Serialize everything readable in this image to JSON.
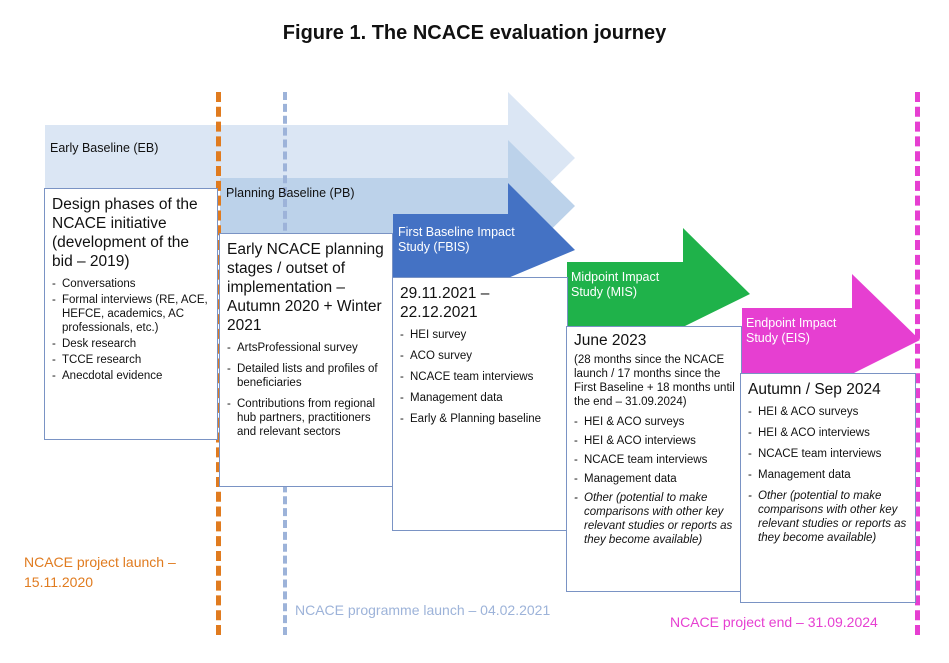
{
  "title": "Figure 1. The NCACE evaluation journey",
  "colors": {
    "eb_arrow": "#dbe6f4",
    "pb_arrow": "#bcd2ea",
    "fbis_arrow": "#4472c4",
    "mis_arrow": "#1fb24a",
    "eis_arrow": "#e63fd1",
    "project_launch_line": "#e07b1f",
    "programme_launch_line": "#9db3d9",
    "project_end_line": "#e63fd1"
  },
  "stages": [
    {
      "arrow_label": "Early Baseline (EB)",
      "heading": "Design phases of the NCACE initiative (development of the bid – 2019)",
      "items": [
        "Conversations",
        "Formal interviews (RE, ACE, HEFCE, academics, AC professionals, etc.)",
        "Desk research",
        "TCCE research",
        "Anecdotal evidence"
      ]
    },
    {
      "arrow_label": "Planning Baseline (PB)",
      "heading": "Early NCACE planning stages / outset of implementation – Autumn 2020 + Winter 2021",
      "items": [
        "ArtsProfessional survey",
        "Detailed lists and profiles of beneficiaries",
        "Contributions from regional hub partners, practitioners and relevant sectors"
      ]
    },
    {
      "arrow_label": "First Baseline Impact Study (FBIS)",
      "heading": "29.11.2021 – 22.12.2021",
      "items": [
        "HEI survey",
        "ACO survey",
        "NCACE team interviews",
        "Management data",
        "Early & Planning baseline"
      ]
    },
    {
      "arrow_label": "Midpoint Impact Study (MIS)",
      "heading": "June 2023",
      "note": "(28 months since the NCACE launch / 17 months since the First Baseline + 18 months until the end – 31.09.2024)",
      "items": [
        "HEI & ACO surveys",
        "HEI & ACO interviews",
        "NCACE team interviews",
        "Management data"
      ],
      "italic_item": "Other (potential to make comparisons with other key relevant studies or reports as they become available)"
    },
    {
      "arrow_label": "Endpoint Impact Study (EIS)",
      "heading": "Autumn / Sep 2024",
      "items": [
        "HEI & ACO surveys",
        "HEI & ACO interviews",
        "NCACE team interviews",
        "Management data"
      ],
      "italic_item": "Other (potential to make comparisons with other key relevant studies or reports as they become available)"
    }
  ],
  "milestones": {
    "project_launch": "NCACE project launch – 15.11.2020",
    "programme_launch": "NCACE programme launch – 04.02.2021",
    "project_end": "NCACE project end – 31.09.2024"
  }
}
